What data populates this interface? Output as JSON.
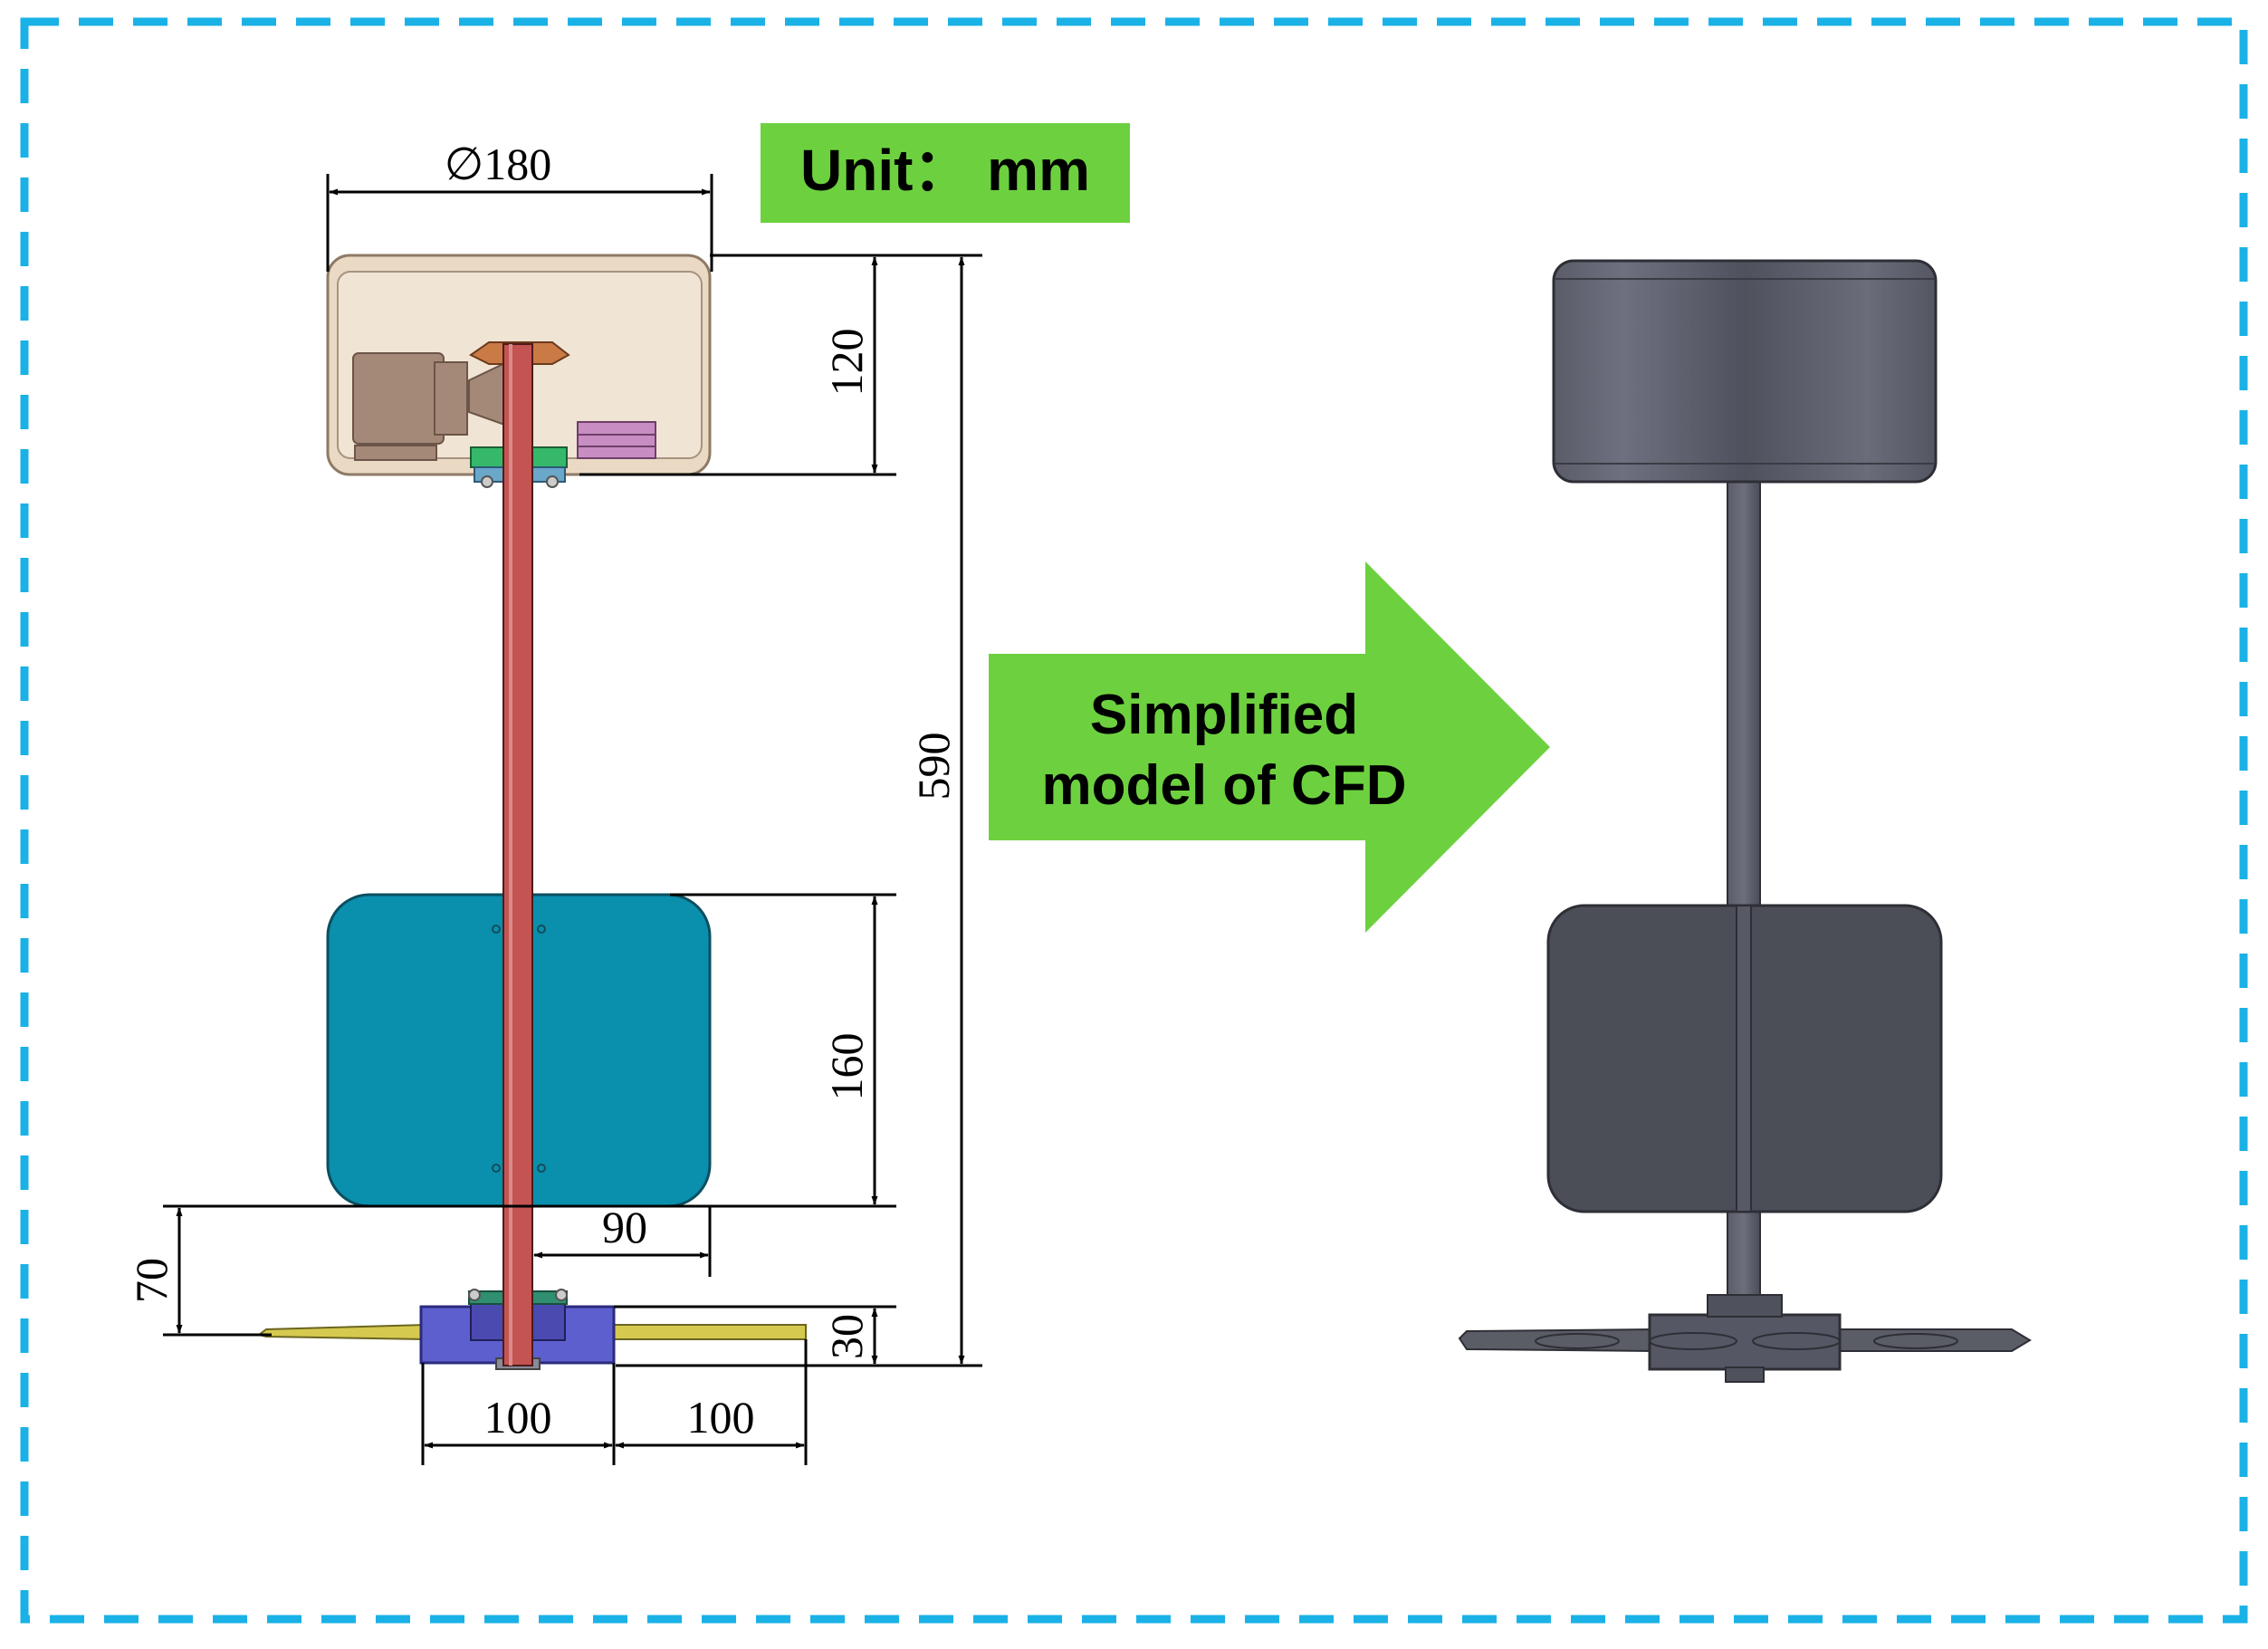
{
  "labels": {
    "unit": "Unit： mm",
    "arrow_line1": "Simplified",
    "arrow_line2": "model of CFD"
  },
  "dimensions": {
    "diameter": "∅180",
    "box_height": "120",
    "total_height": "590",
    "fin_height": "160",
    "fin_half_width": "90",
    "gap": "70",
    "base_height": "30",
    "base_width": "100",
    "arm_length": "100"
  },
  "colors": {
    "border": "#1ab2e6",
    "green": "#6dd13f",
    "box_fill": "#ead9c3",
    "rod": "#c35452",
    "fin": "#0a8fad",
    "base": "#5e5fcf",
    "model_dark": "#4b4d57"
  }
}
